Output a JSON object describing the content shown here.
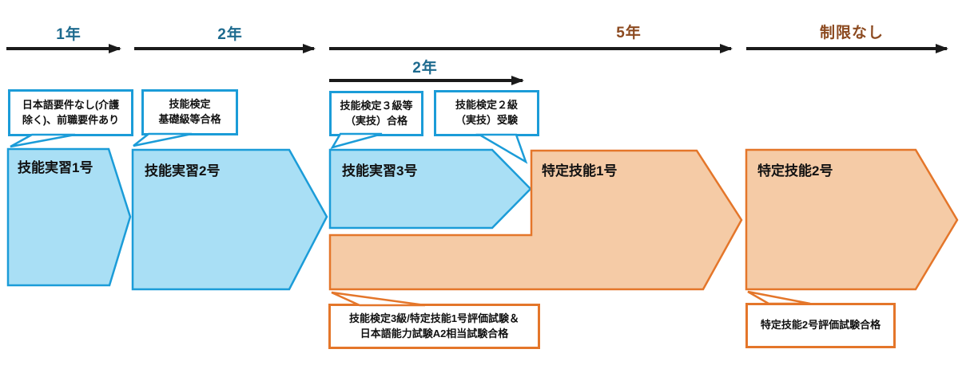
{
  "timeline": {
    "segments": [
      {
        "label": "1年"
      },
      {
        "label": "2年"
      },
      {
        "label": "5年"
      },
      {
        "label": "制限なし"
      }
    ],
    "sub_arrow_label": "2年"
  },
  "stages": [
    {
      "label": "技能実習1号"
    },
    {
      "label": "技能実習2号"
    },
    {
      "label": "技能実習3号"
    },
    {
      "label": "特定技能1号"
    },
    {
      "label": "特定技能2号"
    }
  ],
  "callouts": [
    {
      "lines": [
        "日本語要件なし(介護",
        "除く)、前職要件あり"
      ]
    },
    {
      "lines": [
        "技能検定",
        "基礎級等合格"
      ]
    },
    {
      "lines": [
        "技能検定３級等",
        "（実技）合格"
      ]
    },
    {
      "lines": [
        "技能検定２級",
        "（実技）受験"
      ]
    },
    {
      "lines": [
        "技能検定3級/特定技能1号評価試験＆",
        "日本語能力試験A2相当試験合格"
      ]
    },
    {
      "lines": [
        "特定技能2号評価試験合格"
      ]
    }
  ],
  "colors": {
    "blue_fill": "#a9dff5",
    "blue_border": "#1b9cd8",
    "orange_fill": "#f5cba6",
    "orange_border": "#e4762a",
    "teal_text": "#1d6a8e",
    "brown_text": "#8c4a20",
    "arrow_black": "#1a1a1a"
  }
}
